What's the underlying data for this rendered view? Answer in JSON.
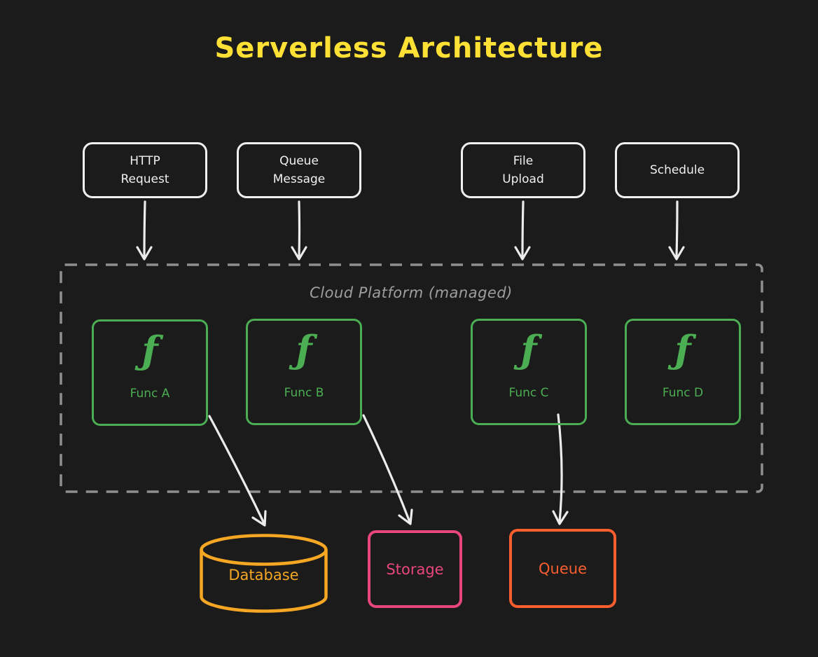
{
  "title": "Serverless Architecture",
  "colors": {
    "background": "#1b1b1b",
    "title": "#ffe135",
    "trigger_stroke": "#f0f0f0",
    "platform_stroke": "#8f8f8f",
    "function_green": "#4bae52",
    "database_orange": "#f5a623",
    "storage_pink": "#e8467c",
    "queue_orange": "#f85e2e",
    "arrow": "#ececec"
  },
  "triggers": [
    {
      "id": "http-request",
      "label": "HTTP\nRequest"
    },
    {
      "id": "queue-message",
      "label": "Queue\nMessage"
    },
    {
      "id": "file-upload",
      "label": "File\nUpload"
    },
    {
      "id": "schedule",
      "label": "Schedule"
    }
  ],
  "platform": {
    "label": "Cloud Platform (managed)"
  },
  "functions": [
    {
      "glyph": "ƒ",
      "label": "Func A"
    },
    {
      "glyph": "ƒ",
      "label": "Func B"
    },
    {
      "glyph": "ƒ",
      "label": "Func C"
    },
    {
      "glyph": "ƒ",
      "label": "Func D"
    }
  ],
  "resources": [
    {
      "id": "database",
      "label": "Database",
      "shape": "cylinder"
    },
    {
      "id": "storage",
      "label": "Storage",
      "shape": "rectangle"
    },
    {
      "id": "queue",
      "label": "Queue",
      "shape": "rectangle"
    }
  ],
  "edges": [
    {
      "from": "HTTP Request",
      "to": "Cloud Platform"
    },
    {
      "from": "Queue Message",
      "to": "Cloud Platform"
    },
    {
      "from": "File Upload",
      "to": "Cloud Platform"
    },
    {
      "from": "Schedule",
      "to": "Cloud Platform"
    },
    {
      "from": "Func A",
      "to": "Database"
    },
    {
      "from": "Func B",
      "to": "Storage"
    },
    {
      "from": "Func C",
      "to": "Queue"
    }
  ]
}
